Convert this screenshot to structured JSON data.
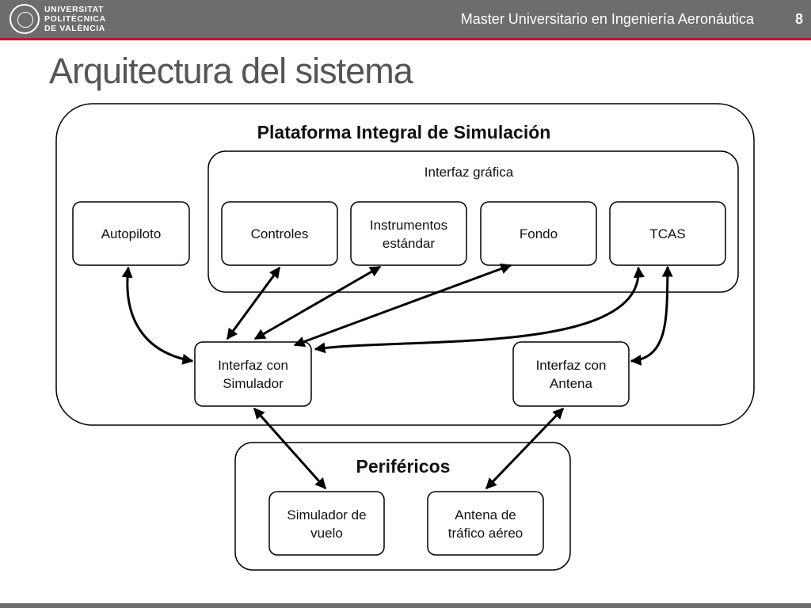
{
  "header": {
    "logo_lines": [
      "UNIVERSITAT",
      "POLITÈCNICA",
      "DE VALÈNCIA"
    ],
    "course": "Master Universitario en Ingeniería Aeronáutica",
    "page_number": "8"
  },
  "slide_title": "Arquitectura del sistema",
  "diagram": {
    "platform_title": "Plataforma Integral de Simulación",
    "gui_title": "Interfaz gráfica",
    "peripherals_title": "Periféricos",
    "nodes": {
      "autopiloto": [
        "Autopiloto"
      ],
      "controles": [
        "Controles"
      ],
      "instrumentos": [
        "Instrumentos",
        "estándar"
      ],
      "fondo": [
        "Fondo"
      ],
      "tcas": [
        "TCAS"
      ],
      "interfaz_simulador": [
        "Interfaz con",
        "Simulador"
      ],
      "interfaz_antena": [
        "Interfaz con",
        "Antena"
      ],
      "simulador_vuelo": [
        "Simulador de",
        "vuelo"
      ],
      "antena_trafico": [
        "Antena de",
        "tráfico aéreo"
      ]
    },
    "edges": [
      {
        "from": "autopiloto",
        "to": "interfaz_simulador",
        "direction": "both"
      },
      {
        "from": "controles",
        "to": "interfaz_simulador",
        "direction": "both"
      },
      {
        "from": "instrumentos",
        "to": "interfaz_simulador",
        "direction": "both"
      },
      {
        "from": "fondo",
        "to": "interfaz_simulador",
        "direction": "both"
      },
      {
        "from": "tcas",
        "to": "interfaz_simulador",
        "direction": "both"
      },
      {
        "from": "tcas",
        "to": "interfaz_antena",
        "direction": "both"
      },
      {
        "from": "interfaz_simulador",
        "to": "simulador_vuelo",
        "direction": "both"
      },
      {
        "from": "interfaz_antena",
        "to": "antena_trafico",
        "direction": "both"
      }
    ]
  }
}
